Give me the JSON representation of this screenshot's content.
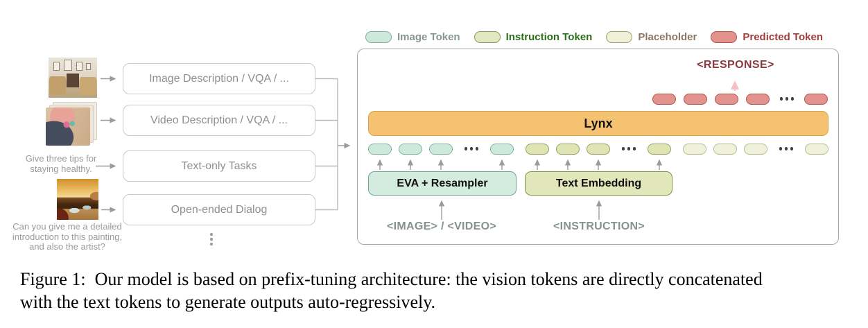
{
  "figure": {
    "legend": [
      {
        "id": "image-token",
        "label": "Image Token",
        "fill": "#cde9dc",
        "border": "#7fb2a0",
        "text_color": "#879690"
      },
      {
        "id": "instruction-token",
        "label": "Instruction Token",
        "fill": "#e3e7c1",
        "border": "#8e9a5f",
        "text_color": "#2c6e1b"
      },
      {
        "id": "placeholder",
        "label": "Placeholder",
        "fill": "#eff0d8",
        "border": "#9da468",
        "text_color": "#8c7963"
      },
      {
        "id": "predicted-token",
        "label": "Predicted Token",
        "fill": "#e2938d",
        "border": "#b4524d",
        "text_color": "#9d3f3b"
      }
    ],
    "tasks": [
      "Image Description / VQA / ...",
      "Video Description / VQA / ...",
      "Text-only Tasks",
      "Open-ended Dialog"
    ],
    "prompts": {
      "text_only": "Give three tips for\nstaying healthy.",
      "dialog": "Can you give me a detailed\nintroduction to this painting,\nand also the artist?"
    },
    "model": {
      "response_label": "<RESPONSE>",
      "name": "Lynx",
      "vision_encoder": "EVA + Resampler",
      "text_encoder": "Text Embedding",
      "vision_input": "<IMAGE> / <VIDEO>",
      "text_input": "<INSTRUCTION>"
    },
    "token_rows": {
      "input": [
        {
          "type": "image",
          "count": 3
        },
        {
          "type": "ellipsis"
        },
        {
          "type": "image",
          "count": 1
        },
        {
          "type": "instruction",
          "count": 3
        },
        {
          "type": "ellipsis"
        },
        {
          "type": "instruction",
          "count": 1
        },
        {
          "type": "placeholder",
          "count": 3
        },
        {
          "type": "ellipsis"
        },
        {
          "type": "placeholder",
          "count": 1
        }
      ],
      "predicted": [
        {
          "type": "predicted",
          "count": 4
        },
        {
          "type": "ellipsis"
        },
        {
          "type": "predicted",
          "count": 1
        }
      ]
    },
    "colors": {
      "lynx_bar": "#f4c271",
      "lynx_bar_border": "#dba14b",
      "response_text": "#8a3a3e",
      "input_tag_text": "#85938a",
      "panel_border": "#a9a9a9",
      "arrow_gray": "#9b9b9b",
      "arrow_pink": "#f5bfca"
    },
    "caption": "Figure 1:  Our model is based on prefix-tuning architecture: the vision tokens are directly concatenated\nwith the text tokens to generate outputs auto-regressively."
  }
}
